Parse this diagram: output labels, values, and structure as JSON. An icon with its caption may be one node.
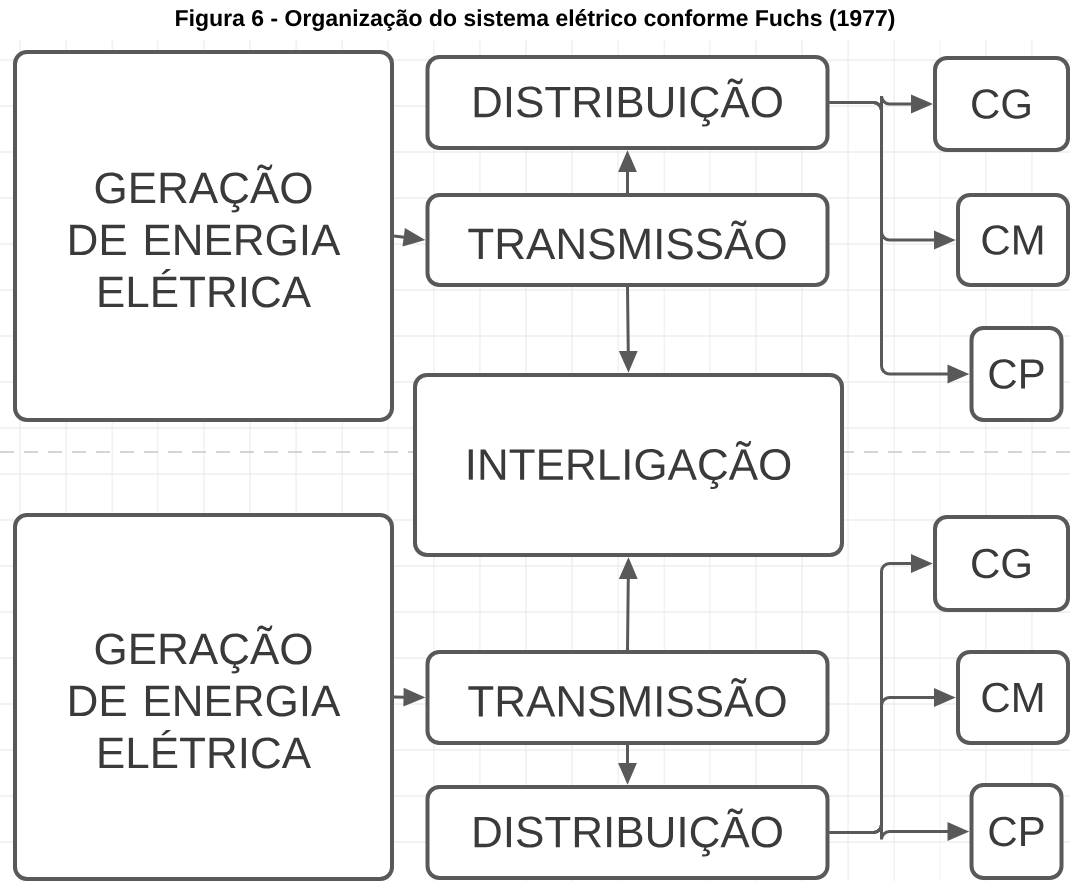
{
  "diagram": {
    "title": "Figura 6 - Organização do sistema elétrico conforme Fuchs (1977)",
    "nodes": [
      {
        "text": [
          "GERAÇÃO DE ENERGIA ELÉTRICA"
        ]
      },
      {
        "text": [
          "DISTRIBUIÇÃO"
        ]
      },
      {
        "text": [
          "TRANSMISSÃO"
        ]
      },
      {
        "text": [
          "CG"
        ]
      },
      {
        "text": [
          "CM"
        ]
      },
      {
        "text": [
          "CP"
        ]
      },
      {
        "text": [
          "INTERLIGAÇÃO"
        ]
      },
      {
        "text": [
          "GERAÇÃO DE ENERGIA ELÉTRICA"
        ]
      },
      {
        "text": [
          "CG"
        ]
      },
      {
        "text": [
          "TRANSMISSÃO"
        ]
      },
      {
        "text": [
          "CM"
        ]
      },
      {
        "text": [
          "DISTRIBUIÇÃO"
        ]
      },
      {
        "text": [
          "CP"
        ]
      }
    ],
    "edges": [
      {
        "from": 0,
        "to": 2,
        "arrow": "to"
      },
      {
        "from": 2,
        "to": 1,
        "arrow": "to"
      },
      {
        "from": 2,
        "to": 6,
        "arrow": "to"
      },
      {
        "from": 1,
        "to": 3,
        "arrow": "to"
      },
      {
        "from": 1,
        "to": 4,
        "arrow": "to"
      },
      {
        "from": 1,
        "to": 5,
        "arrow": "to"
      },
      {
        "from": 7,
        "to": 9,
        "arrow": "to"
      },
      {
        "from": 9,
        "to": 6,
        "arrow": "to"
      },
      {
        "from": 9,
        "to": 11,
        "arrow": "to"
      },
      {
        "from": 11,
        "to": 8,
        "arrow": "to"
      },
      {
        "from": 11,
        "to": 10,
        "arrow": "to"
      },
      {
        "from": 11,
        "to": 12,
        "arrow": "to"
      }
    ]
  }
}
